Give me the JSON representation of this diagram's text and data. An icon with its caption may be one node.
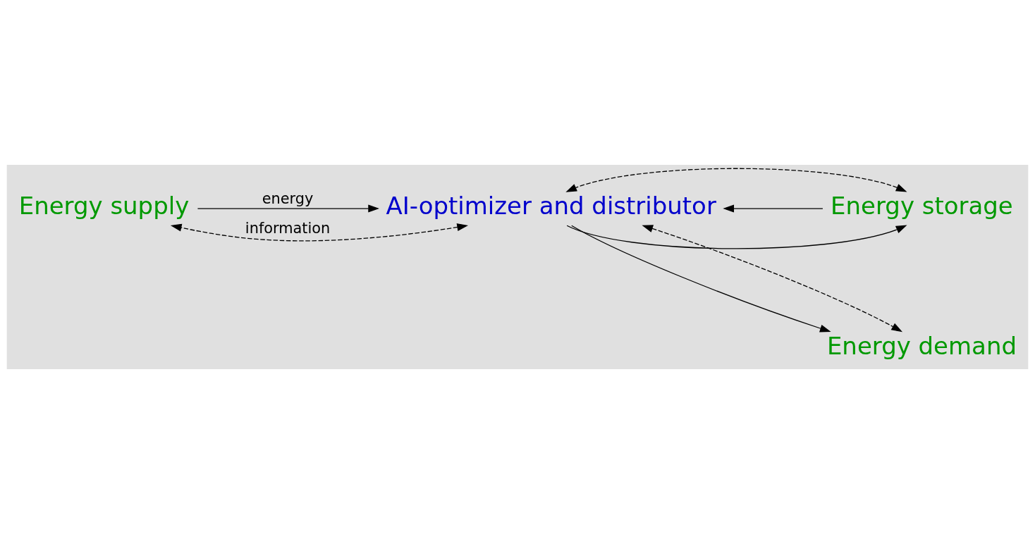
{
  "diagram": {
    "nodes": [
      {
        "text": [
          "Energy supply"
        ]
      },
      {
        "text": [
          "AI-optimizer and distributor"
        ]
      },
      {
        "text": [
          "Energy storage"
        ]
      },
      {
        "text": [
          "Energy demand"
        ]
      }
    ],
    "edges": [
      {
        "from": 0,
        "to": 1,
        "arrow": "to",
        "label": "energy"
      },
      {
        "from": 1,
        "to": 0,
        "arrow": "both",
        "label": "information",
        "style": "dashed"
      },
      {
        "from": 1,
        "to": 2,
        "arrow": "to"
      },
      {
        "from": 2,
        "to": 1,
        "arrow": "to"
      },
      {
        "from": 1,
        "to": 3,
        "arrow": "to"
      },
      {
        "from": 2,
        "to": 1,
        "arrow": "both",
        "style": "dashed"
      },
      {
        "from": 1,
        "to": 3,
        "arrow": "both",
        "style": "dashed"
      }
    ]
  }
}
